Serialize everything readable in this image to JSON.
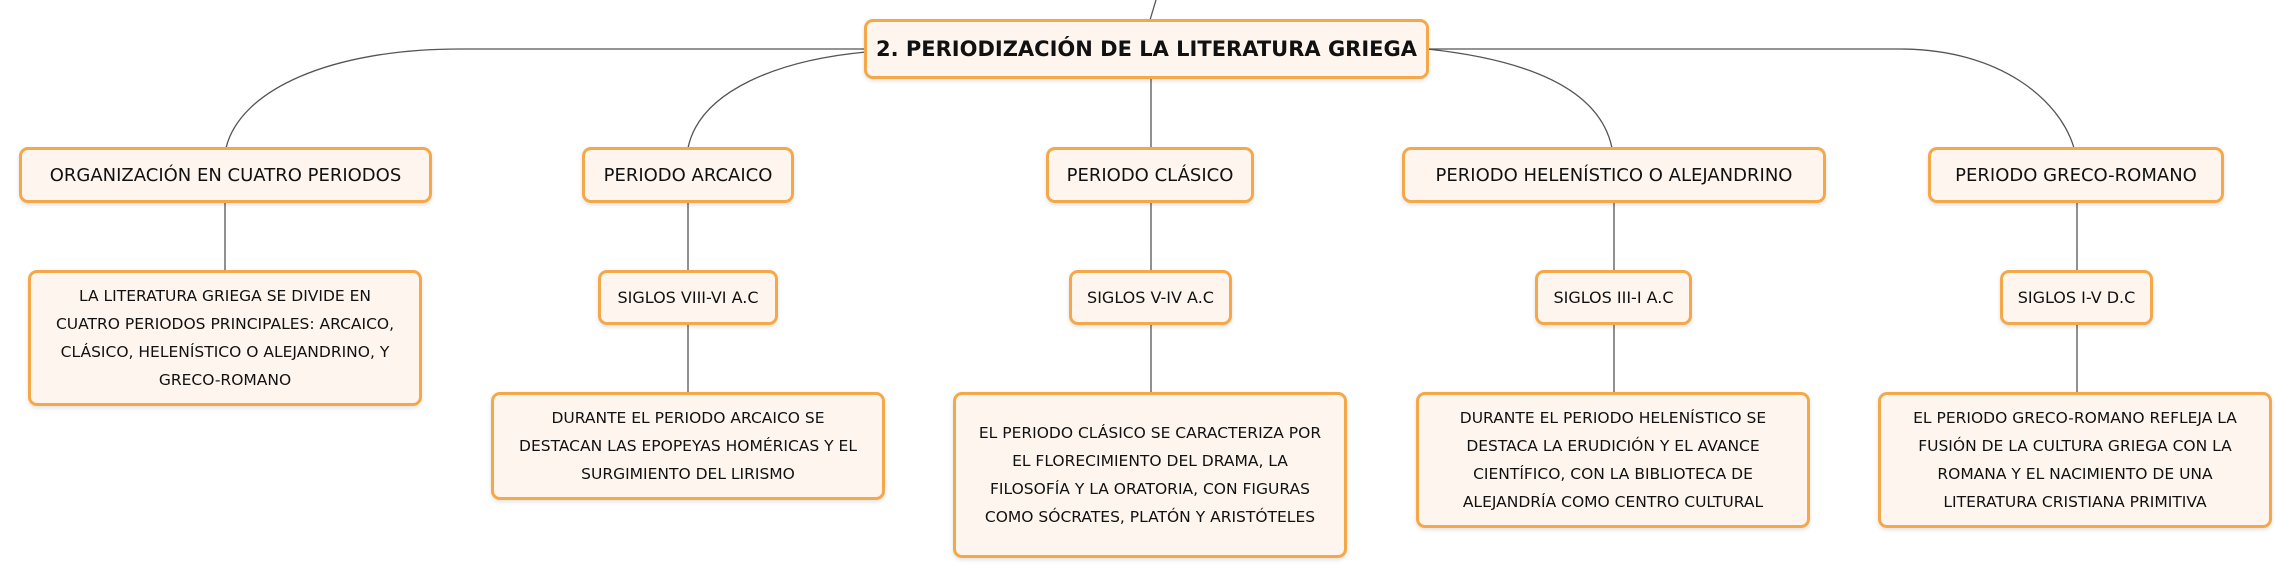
{
  "map": {
    "root": "2. PERIODIZACIÓN DE LA LITERATURA GRIEGA",
    "branches": [
      {
        "title": "ORGANIZACIÓN EN CUATRO PERIODOS",
        "detail": [
          "LA LITERATURA GRIEGA SE DIVIDE EN",
          "CUATRO PERIODOS PRINCIPALES: ARCAICO,",
          "CLÁSICO, HELENÍSTICO O ALEJANDRINO, Y",
          "GRECO-ROMANO"
        ]
      },
      {
        "title": "PERIODO ARCAICO",
        "period": "SIGLOS VIII-VI A.C",
        "detail": [
          "DURANTE EL PERIODO ARCAICO SE",
          "DESTACAN LAS EPOPEYAS HOMÉRICAS Y EL",
          "SURGIMIENTO DEL LIRISMO"
        ]
      },
      {
        "title": "PERIODO CLÁSICO",
        "period": "SIGLOS V-IV A.C",
        "detail": [
          "EL PERIODO CLÁSICO SE CARACTERIZA POR",
          "EL FLORECIMIENTO DEL DRAMA, LA",
          "FILOSOFÍA Y LA ORATORIA, CON FIGURAS",
          "COMO SÓCRATES, PLATÓN Y ARISTÓTELES"
        ]
      },
      {
        "title": "PERIODO HELENÍSTICO O ALEJANDRINO",
        "period": "SIGLOS III-I A.C",
        "detail": [
          "DURANTE EL PERIODO HELENÍSTICO SE",
          "DESTACA LA ERUDICIÓN Y EL AVANCE",
          "CIENTÍFICO, CON LA BIBLIOTECA DE",
          "ALEJANDRÍA COMO CENTRO CULTURAL"
        ]
      },
      {
        "title": "PERIODO GRECO-ROMANO",
        "period": "SIGLOS I-V D.C",
        "detail": [
          "EL PERIODO GRECO-ROMANO REFLEJA LA",
          "FUSIÓN DE LA CULTURA GRIEGA CON LA",
          "ROMANA Y EL NACIMIENTO DE UNA",
          "LITERATURA CRISTIANA PRIMITIVA"
        ]
      }
    ]
  },
  "colors": {
    "border": "#f5a84a",
    "fill": "#fef6ee",
    "line": "#555555",
    "text": "#111111"
  }
}
